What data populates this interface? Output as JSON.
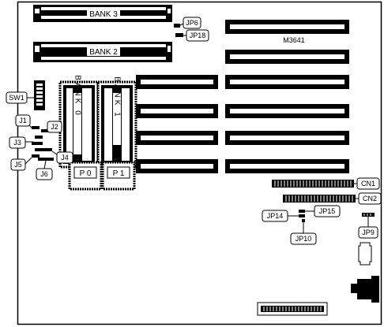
{
  "labels": {
    "bank3": "BANK 3",
    "bank2": "BANK 2",
    "bank0": "BANK 0",
    "bank1": "BANK 1",
    "jp6": "JP6",
    "jp18": "JP18",
    "model": "M3641",
    "sw1": "SW1",
    "j1": "J1",
    "j2": "J2",
    "j3": "J3",
    "j4": "J4",
    "j5": "J5",
    "j6": "J6",
    "p0": "P 0",
    "p1": "P 1",
    "cn1": "CN1",
    "cn2": "CN2",
    "jp14": "JP14",
    "jp15": "JP15",
    "jp10": "JP10",
    "jp9": "JP9"
  },
  "colors": {
    "ink": "#000000",
    "paper": "#ffffff"
  }
}
